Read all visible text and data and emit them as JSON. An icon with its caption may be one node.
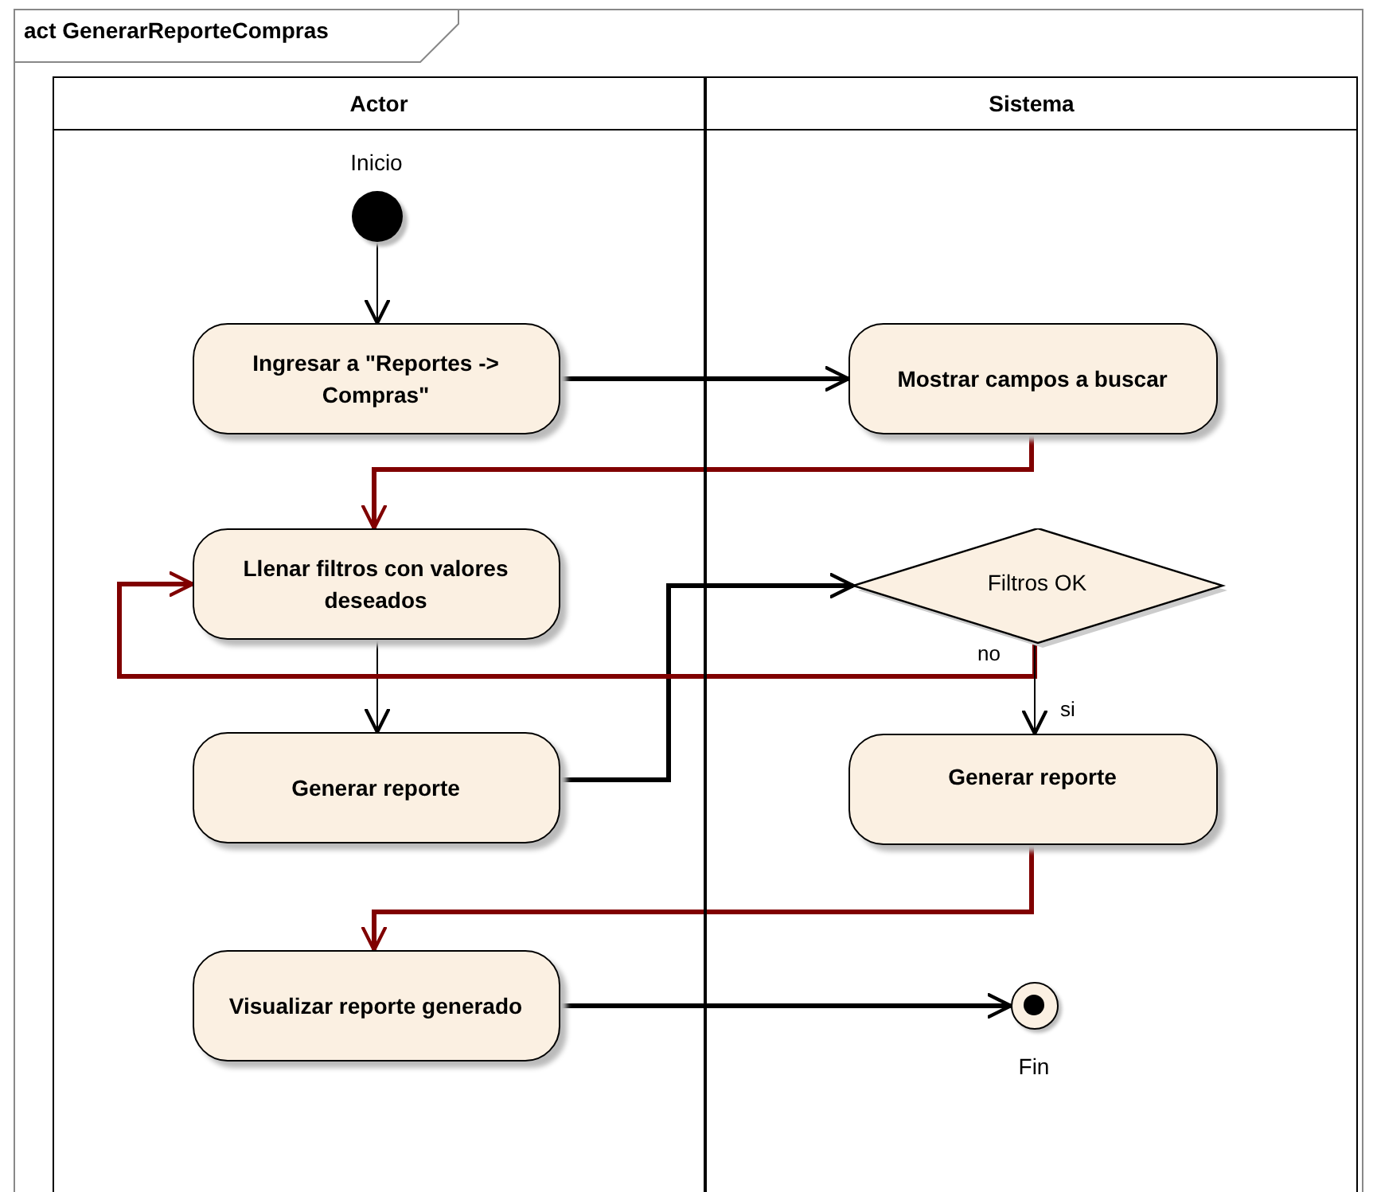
{
  "diagram": {
    "title": "act GenerarReporteCompras",
    "nodes": [
      {
        "text": [
          "Actor"
        ]
      },
      {
        "text": [
          "Sistema"
        ]
      },
      {
        "text": [],
        "shape": "circle",
        "in": 0,
        "beside": [
          "Inicio"
        ]
      },
      {
        "text": [
          "Ingresar a \"Reportes -> Compras\""
        ],
        "in": 0
      },
      {
        "text": [
          "Mostrar campos a buscar"
        ],
        "in": 1
      },
      {
        "text": [
          "Llenar filtros con valores deseados"
        ],
        "in": 0
      },
      {
        "text": [
          "Filtros OK"
        ],
        "in": 1
      },
      {
        "text": [
          "Generar reporte"
        ],
        "in": 0
      },
      {
        "text": [
          "Generar reporte"
        ],
        "in": 1
      },
      {
        "text": [
          "Visualizar reporte generado"
        ],
        "in": 0
      },
      {
        "text": [],
        "shape": "circle",
        "in": 1,
        "beside": [
          "Fin"
        ]
      }
    ],
    "edges": [
      {
        "from": 2,
        "to": 3,
        "arrow": "to"
      },
      {
        "from": 3,
        "to": 4,
        "arrow": "to"
      },
      {
        "from": 4,
        "to": 5,
        "arrow": "to",
        "color": "#800000"
      },
      {
        "from": 5,
        "to": 7,
        "arrow": "to"
      },
      {
        "from": 7,
        "to": 6,
        "arrow": "to"
      },
      {
        "from": 6,
        "to": 5,
        "arrow": "to",
        "label": "no",
        "color": "#800000"
      },
      {
        "from": 6,
        "to": 8,
        "arrow": "to",
        "label": "si"
      },
      {
        "from": 8,
        "to": 9,
        "arrow": "to",
        "color": "#800000"
      },
      {
        "from": 9,
        "to": 10,
        "arrow": "to"
      }
    ]
  }
}
